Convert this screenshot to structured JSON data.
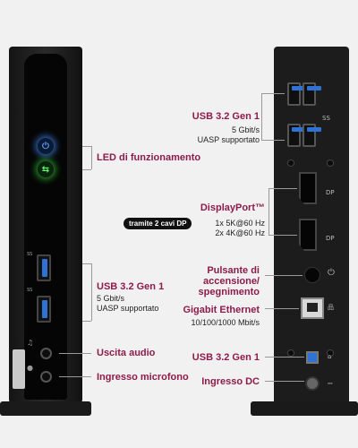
{
  "colors": {
    "accent": "#8e1b4a",
    "led_power": "#468cff",
    "led_usb": "#3cdc3c",
    "usb_blue": "#2f72d6",
    "device_body": "#1c1c1c"
  },
  "icons": {
    "power": "⏻",
    "usb": "⭠",
    "headphones": "🎧",
    "mic": "🎤",
    "ethernet": "品",
    "dc": "⎓"
  },
  "front": {
    "led_label": "LED di funzionamento",
    "usb_title": "USB 3.2 Gen 1",
    "usb_sub1": "5 Gbit/s",
    "usb_sub2": "UASP supportato",
    "audio_out": "Uscita audio",
    "mic_in": "Ingresso microfono",
    "usb_logo": "SS",
    "usb_logo2": "SS"
  },
  "rear": {
    "usb_top_title": "USB 3.2 Gen 1",
    "usb_top_sub1": "5 Gbit/s",
    "usb_top_sub2": "UASP supportato",
    "usb_side_label": "SS",
    "dp_title": "DisplayPort™",
    "dp_pill": "tramite 2 cavi DP",
    "dp_sub1": "1x 5K@60 Hz",
    "dp_sub2": "2x 4K@60 Hz",
    "dp_port_label": "DP",
    "power_title1": "Pulsante di",
    "power_title2": "accensione/",
    "power_title3": "spegnimento",
    "eth_title": "Gigabit Ethernet",
    "eth_sub": "10/100/1000 Mbit/s",
    "usb_b_title": "USB 3.2 Gen 1",
    "dc_title": "Ingresso DC"
  }
}
